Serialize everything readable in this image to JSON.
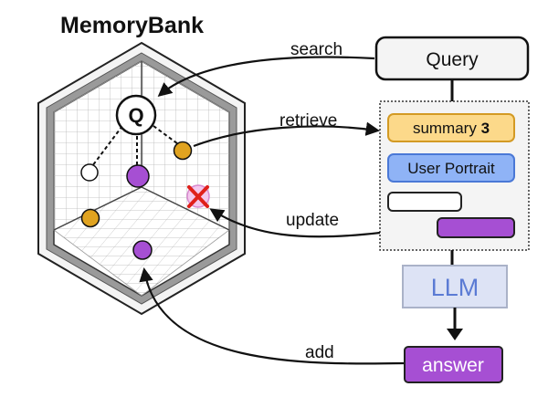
{
  "title": "MemoryBank",
  "labels": {
    "search": "search",
    "retrieve": "retrieve",
    "update": "update",
    "add": "add"
  },
  "query": {
    "label": "Query"
  },
  "memory_items": {
    "summary": {
      "label": "summary",
      "count": "3"
    },
    "portrait": {
      "label": "User Portrait"
    }
  },
  "llm": {
    "label": "LLM"
  },
  "answer": {
    "label": "answer"
  },
  "memory_node": {
    "label": "Q"
  },
  "colors": {
    "summary_fill": "#fcd98a",
    "summary_stroke": "#d39a24",
    "portrait_fill": "#8fb3f6",
    "portrait_stroke": "#4a78d6",
    "llm_fill": "#dde3f5",
    "llm_text": "#5b7bd4",
    "purple": "#a64fd3",
    "orange": "#e0a320",
    "red_x": "#e0201b",
    "pink": "#f4c8ee"
  }
}
